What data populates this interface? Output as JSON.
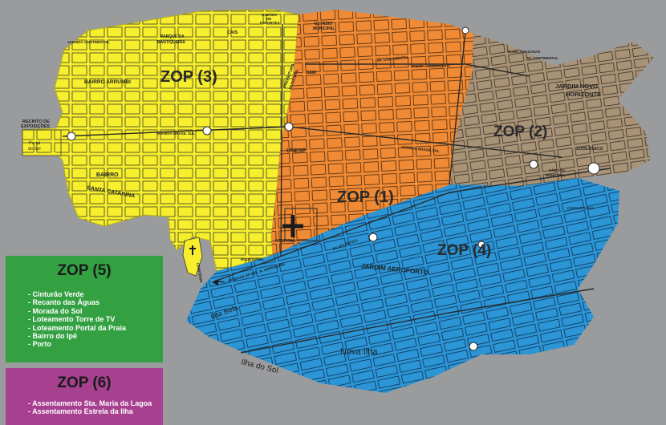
{
  "zones": {
    "zop1": "ZOP (1)",
    "zop2": "ZOP (2)",
    "zop3": "ZOP (3)",
    "zop4": "ZOP (4)"
  },
  "colors": {
    "zop1": "#f08a34",
    "zop2": "#a89377",
    "zop3": "#f7ef2d",
    "zop4": "#2b95d6",
    "zop5": "#33a142",
    "zop6": "#a6408f",
    "background": "#9a9b9d"
  },
  "places": {
    "recinto": [
      "RECINTO DE",
      "EXPOSIÇÕES"
    ],
    "portal": [
      "Portal",
      "do Sol"
    ],
    "bairro_santa_catarina": [
      "BAIRRO",
      "SANTA CATARINA"
    ],
    "bairro_arrumbi": "BAIRRO ARRUMBI",
    "parque": [
      "PARQUE DA",
      "BANTIQUEIRA"
    ],
    "cais": "CAIS",
    "ginasio": [
      "GINÁSIO",
      "DE",
      "ESPORTES"
    ],
    "estadio": [
      "ESTÁDIO",
      "MUNICIPAL"
    ],
    "unesp": "UNESP",
    "prefeitura": [
      "PREFEITURA",
      "MUNICIPAL"
    ],
    "deir": "DEIR",
    "hospital": "HOSPITAL",
    "cemiterio": "CEMITÉRIO",
    "jardim_novo_horizonte": [
      "JARDIM NOVO",
      "HORIZONTE"
    ],
    "zoologico": "ZOOLÓGICO",
    "camara": [
      "CÂMARA",
      "MUNICIPAL"
    ],
    "caixa_dagua": "CAIXA D'ÁGUA",
    "jardim_aeroporto": "JARDIM AEROPORTO",
    "ilha_bela": "Ilha Bela",
    "nova_ilha": "Nova Ilha",
    "ilha_do_sol": "Ilha do Sol",
    "rodoviaria": "RODOVIÁRIA",
    "rodovia": "RODOVIA SP 595 - N. ANDRADINA",
    "av_continental": "AV. CONTINENTAL",
    "av_brasil": "AVENIDA BRASIL SUL",
    "av_brasil_2": "AVENIDA BRASIL SUL",
    "alam_amazonas": "ALAM. AMAZONAS",
    "av_continental_2": "AV. CONTINENTAL",
    "unesp_aeroporto": "UNESP - AEROPORTO",
    "av_atlantica": "AV. ATLÂNTICA",
    "avenida_continental": "AVENIDA CONTINENTAL"
  },
  "zop5": {
    "title": "ZOP (5)",
    "items": [
      "- Cinturão Verde",
      "- Recanto das Águas",
      "- Morada do Sol",
      "- Loteamento Torre de TV",
      "- Loteamento Portal da Praia",
      "- Bairro do Ipê",
      "- Porto"
    ]
  },
  "zop6": {
    "title": "ZOP (6)",
    "items": [
      "- Assentamento Sta. Maria da Lagoa",
      "- Assentamento Estrela da Ilha"
    ]
  }
}
